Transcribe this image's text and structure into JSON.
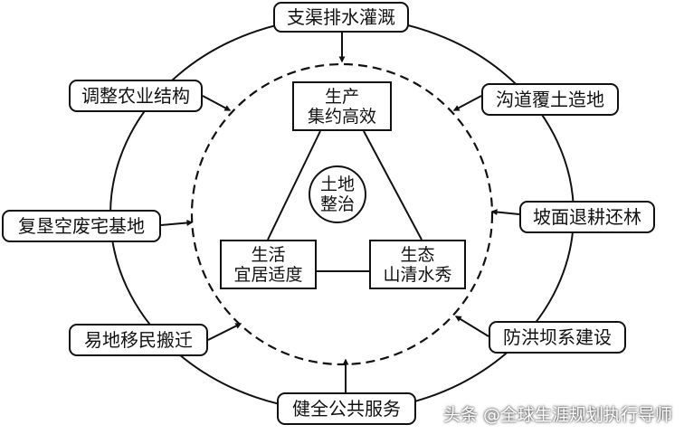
{
  "core": {
    "top": {
      "line1": "生产",
      "line2": "集约高效"
    },
    "left": {
      "line1": "生活",
      "line2": "宜居适度"
    },
    "right": {
      "line1": "生态",
      "line2": "山清水秀"
    },
    "center": {
      "line1": "土地",
      "line2": "整治"
    }
  },
  "measures": {
    "top": "支渠排水灌溉",
    "upper_right": "沟道覆土造地",
    "right": "坡面退耕还林",
    "lower_right": "防洪坝系建设",
    "bottom": "健全公共服务",
    "lower_left": "易地移民搬迁",
    "left": "复垦空废宅基地",
    "upper_left": "调整农业结构"
  },
  "watermark": "头条 @全球生涯规划执行导师"
}
